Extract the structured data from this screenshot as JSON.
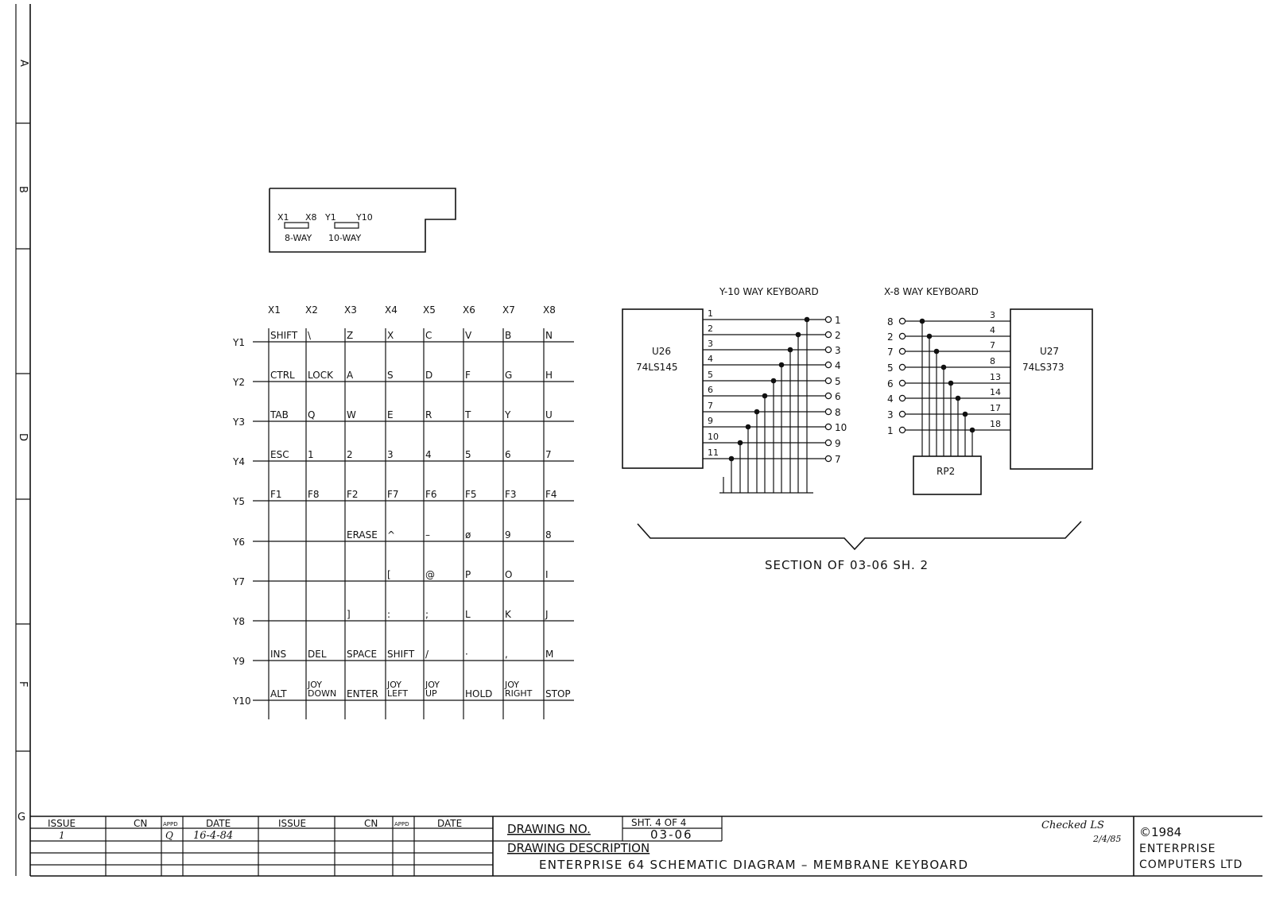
{
  "border": {
    "zones": [
      "A",
      "B",
      "D",
      "F",
      "G"
    ]
  },
  "connector": {
    "labels": [
      "X1",
      "X8",
      "Y1",
      "Y10"
    ],
    "ways": [
      "8-WAY",
      "10-WAY"
    ]
  },
  "matrix": {
    "columns": [
      "X1",
      "X2",
      "X3",
      "X4",
      "X5",
      "X6",
      "X7",
      "X8"
    ],
    "rows": [
      {
        "label": "Y1",
        "keys": [
          "SHIFT",
          "\\",
          "Z",
          "X",
          "C",
          "V",
          "B",
          "N"
        ]
      },
      {
        "label": "Y2",
        "keys": [
          "CTRL",
          "LOCK",
          "A",
          "S",
          "D",
          "F",
          "G",
          "H"
        ]
      },
      {
        "label": "Y3",
        "keys": [
          "TAB",
          "Q",
          "W",
          "E",
          "R",
          "T",
          "Y",
          "U"
        ]
      },
      {
        "label": "Y4",
        "keys": [
          "ESC",
          "1",
          "2",
          "3",
          "4",
          "5",
          "6",
          "7"
        ]
      },
      {
        "label": "Y5",
        "keys": [
          "F1",
          "F8",
          "F2",
          "F7",
          "F6",
          "F5",
          "F3",
          "F4"
        ]
      },
      {
        "label": "Y6",
        "keys": [
          "",
          "",
          "ERASE",
          "^",
          "–",
          "ø",
          "9",
          "8"
        ]
      },
      {
        "label": "Y7",
        "keys": [
          "",
          "",
          "",
          "[",
          "@",
          "P",
          "O",
          "I"
        ]
      },
      {
        "label": "Y8",
        "keys": [
          "",
          "",
          "]",
          ":",
          ";",
          "L",
          "K",
          "J"
        ]
      },
      {
        "label": "Y9",
        "keys": [
          "INS",
          "DEL",
          "SPACE",
          "SHIFT",
          "/",
          "·",
          ",",
          "M"
        ]
      },
      {
        "label": "Y10",
        "keys": [
          "ALT",
          "JOY DOWN",
          "ENTER",
          "JOY LEFT",
          "JOY UP",
          "HOLD",
          "JOY RIGHT",
          "STOP"
        ]
      }
    ]
  },
  "y_keyboard": {
    "title": "Y-10 WAY KEYBOARD",
    "chip_name": "U26",
    "chip_part": "74LS145",
    "pins": [
      "1",
      "2",
      "3",
      "4",
      "5",
      "6",
      "7",
      "9",
      "10",
      "11"
    ],
    "outputs": [
      "1",
      "2",
      "3",
      "4",
      "5",
      "6",
      "8",
      "10",
      "9",
      "7"
    ]
  },
  "x_keyboard": {
    "title": "X-8 WAY KEYBOARD",
    "chip_name": "U27",
    "chip_part": "74LS373",
    "inputs": [
      "8",
      "2",
      "7",
      "5",
      "6",
      "4",
      "3",
      "1"
    ],
    "pins": [
      "3",
      "4",
      "7",
      "8",
      "13",
      "14",
      "17",
      "18"
    ],
    "resistor": "RP2"
  },
  "section_note": "SECTION OF 03-06 SH. 2",
  "title_block": {
    "rev_headers": [
      "ISSUE",
      "CN",
      "APPD",
      "DATE",
      "ISSUE",
      "CN",
      "APPD",
      "DATE"
    ],
    "rev_issue": "1",
    "rev_appd": "Q",
    "rev_date": "16-4-84",
    "drawing_no_label": "DRAWING NO.",
    "sheet": "SHT. 4 OF 4",
    "drawing_no": "03-06",
    "description_label": "DRAWING DESCRIPTION",
    "description": "ENTERPRISE 64 SCHEMATIC DIAGRAM – MEMBRANE KEYBOARD",
    "checked": "Checked LS",
    "checked_date": "2/4/85",
    "copyright": "©1984",
    "company_line1": "ENTERPRISE",
    "company_line2": "COMPUTERS LTD"
  }
}
